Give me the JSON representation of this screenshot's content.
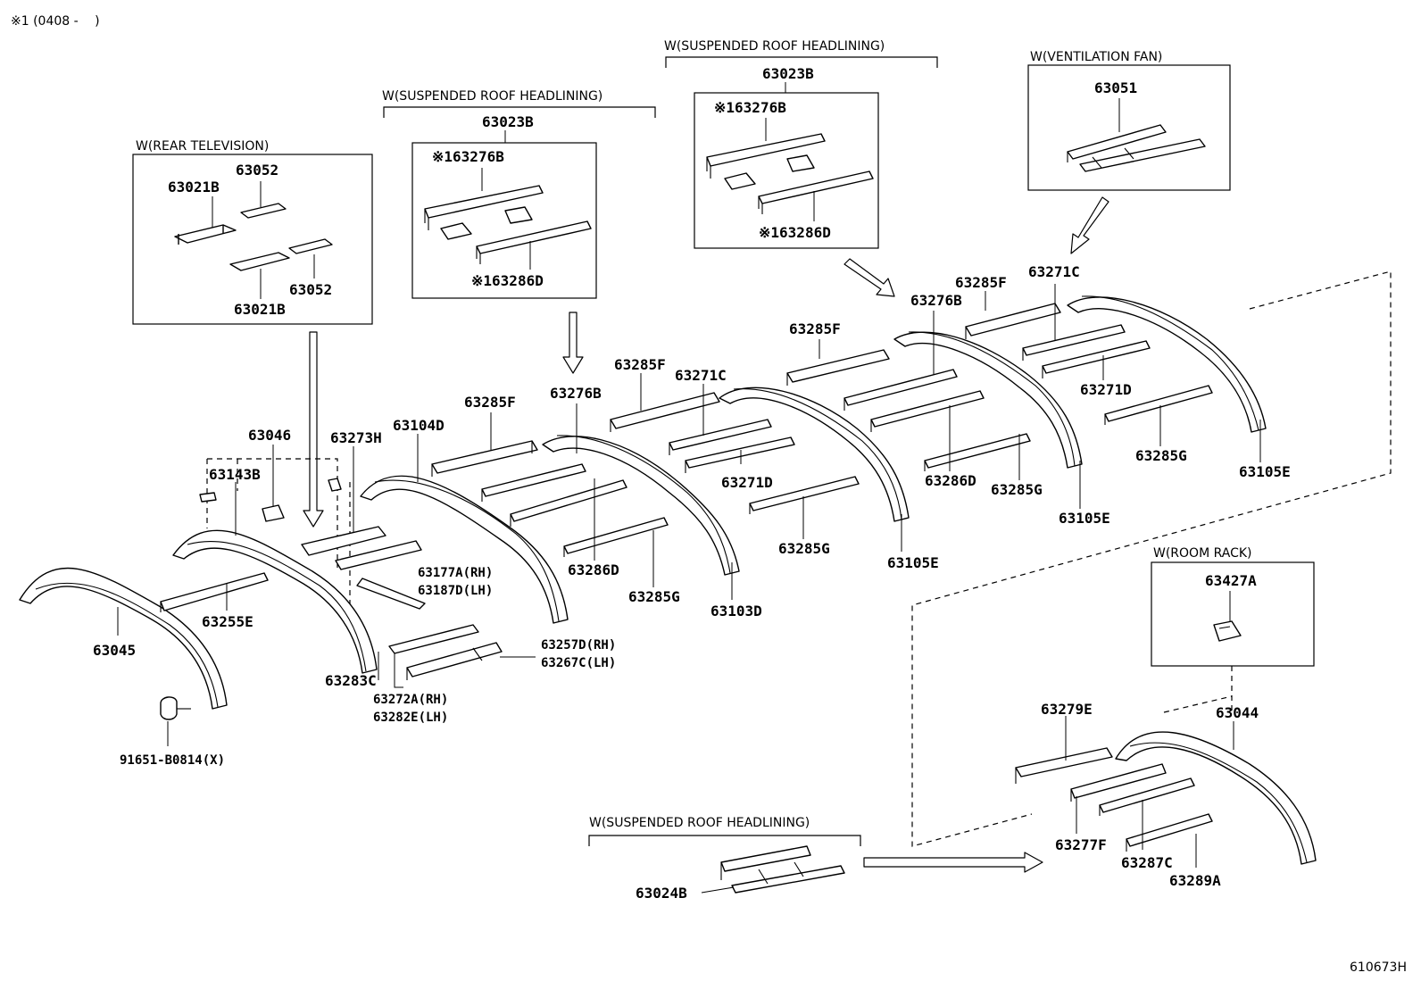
{
  "header": {
    "note": "※1 (0408 -　 )",
    "diagram_code": "610673H"
  },
  "option_boxes": {
    "rear_tv": {
      "caption": "W(REAR TELEVISION)"
    },
    "susp_1": {
      "caption": "W(SUSPENDED ROOF HEADLINING)"
    },
    "susp_2": {
      "caption": "W(SUSPENDED ROOF HEADLINING)"
    },
    "vent_fan": {
      "caption": "W(VENTILATION FAN)"
    },
    "room_rack": {
      "caption": "W(ROOM RACK)"
    },
    "susp_3": {
      "caption": "W(SUSPENDED ROOF HEADLINING)"
    }
  },
  "labels": {
    "rtv_63052_a": "63052",
    "rtv_63021b_a": "63021B",
    "rtv_63052_b": "63052",
    "rtv_63021b_b": "63021B",
    "s1_63023b": "63023B",
    "s1_63276b": "※163276B",
    "s1_63286d": "※163286D",
    "s2_63023b": "63023B",
    "s2_63276b": "※163276B",
    "s2_63286d": "※163286D",
    "vf_63051": "63051",
    "rr_63427a": "63427A",
    "s3_63024b": "63024B",
    "p_63046": "63046",
    "p_63273h": "63273H",
    "p_63143b": "63143B",
    "p_63104d": "63104D",
    "p_63285f_1": "63285F",
    "p_63276b_1": "63276B",
    "p_63285f_2": "63285F",
    "p_63271c_1": "63271C",
    "p_63285f_3": "63285F",
    "p_63276b_2": "63276B",
    "p_63285f_4": "63285F",
    "p_63271c_2": "63271C",
    "p_63271d_1": "63271D",
    "p_63271d_2": "63271D",
    "p_63285g_1": "63285G",
    "p_63285g_2": "63285G",
    "p_63285g_3": "63285G",
    "p_63285g_4": "63285G",
    "p_63286d_1": "63286D",
    "p_63286d_2": "63286D",
    "p_63105e_1": "63105E",
    "p_63105e_2": "63105E",
    "p_63105e_3": "63105E",
    "p_63103d": "63103D",
    "p_63177a": "63177A(RH)",
    "p_63187d": "63187D(LH)",
    "p_63255e": "63255E",
    "p_63045": "63045",
    "p_63283c": "63283C",
    "p_63257d": "63257D(RH)",
    "p_63267c": "63267C(LH)",
    "p_63272a": "63272A(RH)",
    "p_63282e": "63282E(LH)",
    "p_91651": "91651-B0814(X)",
    "p_63279e": "63279E",
    "p_63044": "63044",
    "p_63277f": "63277F",
    "p_63287c": "63287C",
    "p_63289a": "63289A"
  }
}
